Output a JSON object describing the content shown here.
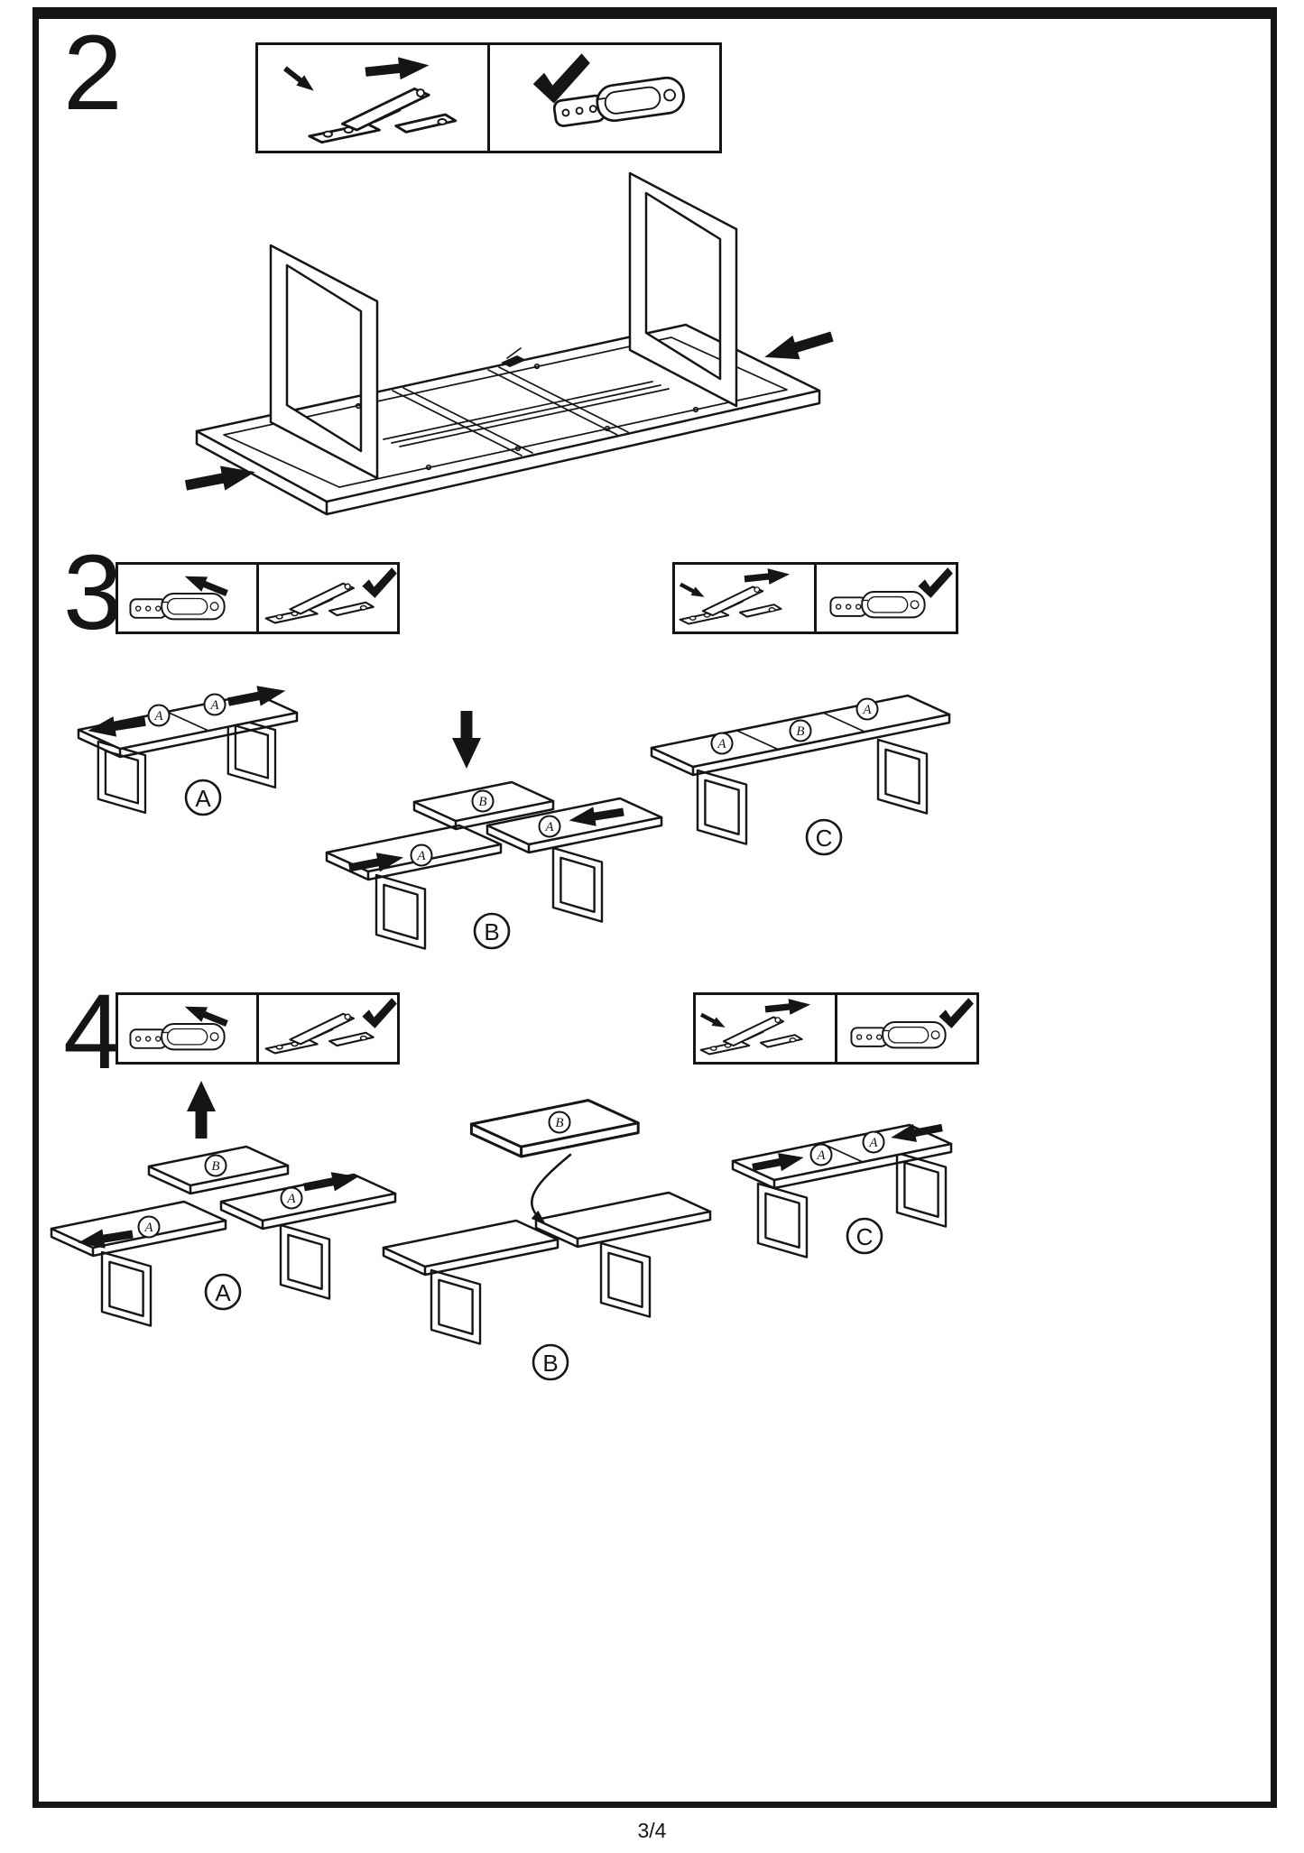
{
  "page": {
    "indicator": "3/4"
  },
  "steps": {
    "step2": {
      "number": "2"
    },
    "step3": {
      "number": "3",
      "diagrams": {
        "a": {
          "label": "A",
          "tags": [
            "A",
            "A"
          ]
        },
        "b": {
          "label": "B",
          "tags": [
            "B",
            "A",
            "A"
          ]
        },
        "c": {
          "label": "C",
          "tags": [
            "A",
            "B",
            "A"
          ]
        }
      }
    },
    "step4": {
      "number": "4",
      "diagrams": {
        "a": {
          "label": "A",
          "tags": [
            "B",
            "A",
            "A"
          ]
        },
        "b": {
          "label": "B",
          "tags": [
            "B"
          ]
        },
        "c": {
          "label": "C",
          "tags": [
            "A",
            "A"
          ]
        }
      }
    }
  },
  "icons": {
    "checkmark": "✓",
    "arrow_right": "→",
    "arrow_left": "←",
    "arrow_up": "↑",
    "arrow_down": "↓"
  },
  "colors": {
    "ink": "#151515",
    "paper": "#ffffff"
  }
}
